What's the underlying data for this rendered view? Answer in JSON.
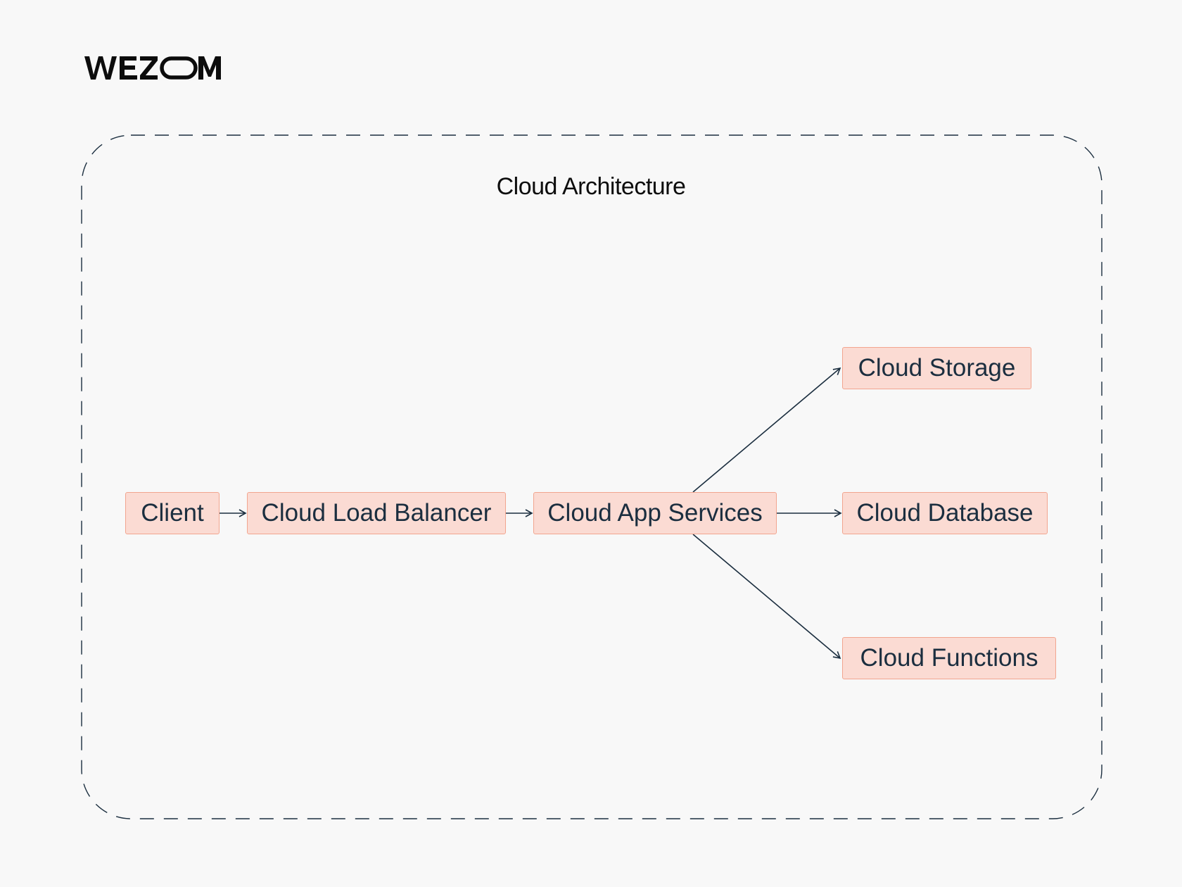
{
  "brand": {
    "logo_text": "WEZOM"
  },
  "diagram": {
    "title": "Cloud Architecture",
    "nodes": {
      "client": "Client",
      "load_balancer": "Cloud Load Balancer",
      "app_services": "Cloud App Services",
      "storage": "Cloud Storage",
      "database": "Cloud Database",
      "functions": "Cloud Functions"
    },
    "edges": [
      {
        "from": "Client",
        "to": "Cloud Load Balancer"
      },
      {
        "from": "Cloud Load Balancer",
        "to": "Cloud App Services"
      },
      {
        "from": "Cloud App Services",
        "to": "Cloud Storage"
      },
      {
        "from": "Cloud App Services",
        "to": "Cloud Database"
      },
      {
        "from": "Cloud App Services",
        "to": "Cloud Functions"
      }
    ]
  },
  "colors": {
    "background": "#f8f8f8",
    "node_fill": "#fbdbd3",
    "node_border": "#f2a58f",
    "node_text": "#1b2e3f",
    "connector": "#1b2e3f",
    "frame_dash": "#1b2e3f"
  }
}
